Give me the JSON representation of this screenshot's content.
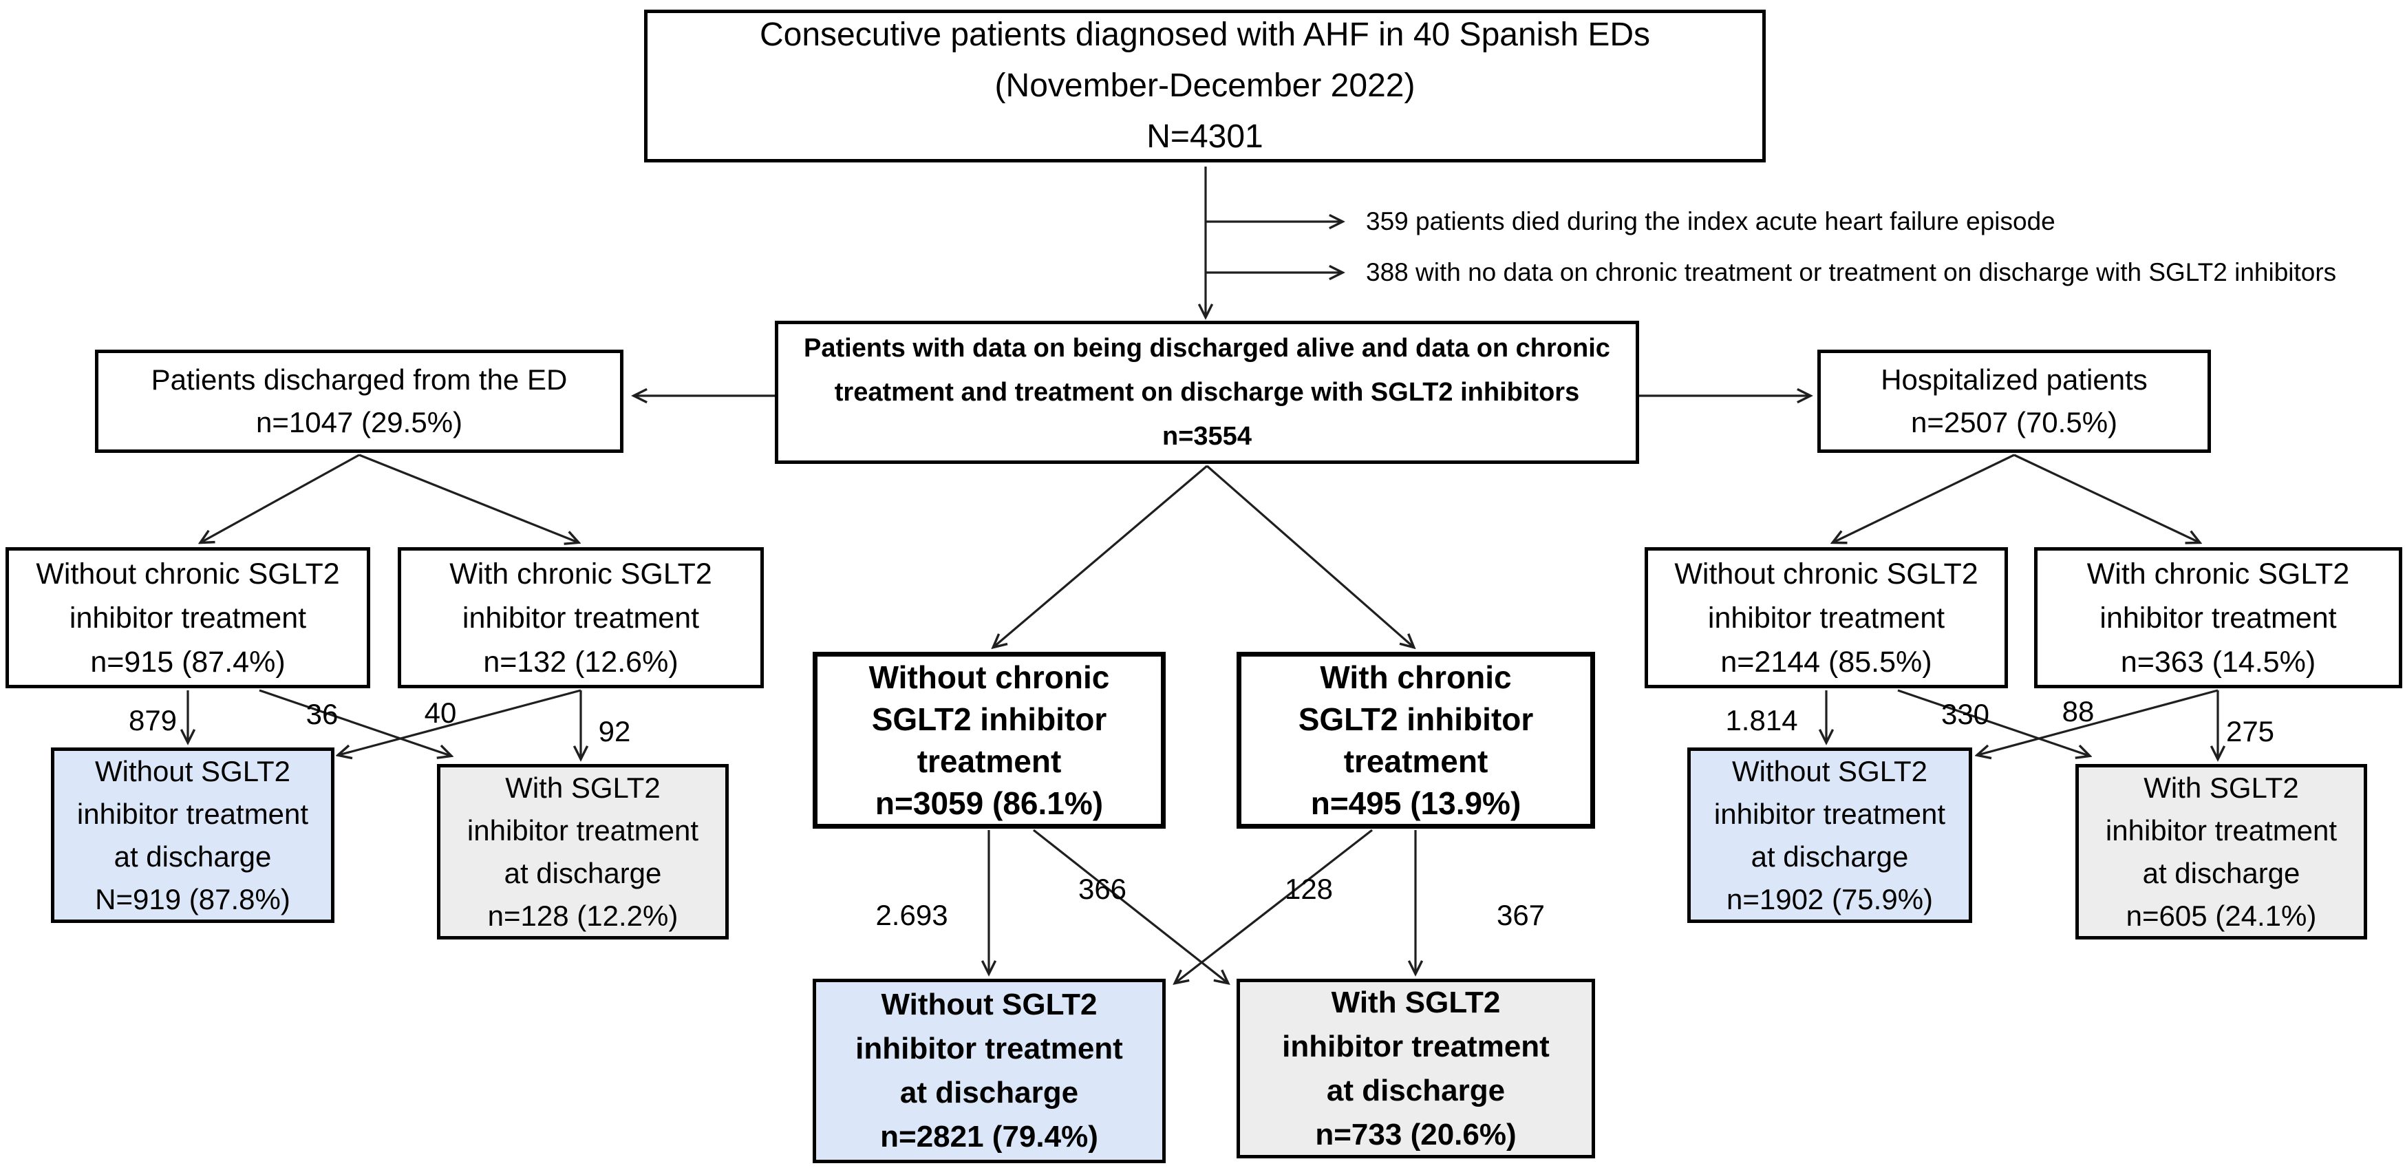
{
  "figure": {
    "description": "Patient flow diagram of AHF study on SGLT2 inhibitor treatment",
    "colors": {
      "box_border": "#000000",
      "arrow": "#1f1f1f",
      "highlight_blue": "#dbe7f8",
      "highlight_grey": "#ededed",
      "background": "#ffffff"
    }
  },
  "boxes": {
    "enrollment": {
      "lines": [
        "Consecutive patients diagnosed with AHF in 40 Spanish EDs",
        "(November-December 2022)",
        "N=4301"
      ]
    },
    "eligible": {
      "lines": [
        "Patients with data on being discharged alive and data on chronic",
        "treatment and treatment on discharge with SGLT2 inhibitors",
        "n=3554"
      ]
    },
    "ed_discharged": {
      "lines": [
        "Patients discharged from the ED",
        "n=1047 (29.5%)"
      ]
    },
    "hospitalized": {
      "lines": [
        "Hospitalized patients",
        "n=2507 (70.5%)"
      ]
    },
    "ed_without_chronic": {
      "lines": [
        "Without chronic SGLT2",
        "inhibitor treatment",
        "n=915 (87.4%)"
      ]
    },
    "ed_with_chronic": {
      "lines": [
        "With chronic SGLT2",
        "inhibitor treatment",
        "n=132 (12.6%)"
      ]
    },
    "all_without_chronic": {
      "lines": [
        "Without chronic",
        "SGLT2 inhibitor",
        "treatment",
        "n=3059 (86.1%)"
      ]
    },
    "all_with_chronic": {
      "lines": [
        "With chronic",
        "SGLT2 inhibitor",
        "treatment",
        "n=495 (13.9%)"
      ]
    },
    "hosp_without_chronic": {
      "lines": [
        "Without chronic SGLT2",
        "inhibitor treatment",
        "n=2144 (85.5%)"
      ]
    },
    "hosp_with_chronic": {
      "lines": [
        "With chronic SGLT2",
        "inhibitor treatment",
        "n=363 (14.5%)"
      ]
    },
    "ed_without_discharge": {
      "lines": [
        "Without SGLT2",
        "inhibitor treatment",
        "at discharge",
        "N=919 (87.8%)"
      ]
    },
    "ed_with_discharge": {
      "lines": [
        "With SGLT2",
        "inhibitor treatment",
        "at discharge",
        "n=128 (12.2%)"
      ]
    },
    "all_without_discharge": {
      "lines": [
        "Without SGLT2",
        "inhibitor treatment",
        "at discharge",
        "n=2821 (79.4%)"
      ]
    },
    "all_with_discharge": {
      "lines": [
        "With SGLT2",
        "inhibitor treatment",
        "at discharge",
        "n=733 (20.6%)"
      ]
    },
    "hosp_without_discharge": {
      "lines": [
        "Without SGLT2",
        "inhibitor treatment",
        "at discharge",
        "n=1902 (75.9%)"
      ]
    },
    "hosp_with_discharge": {
      "lines": [
        "With SGLT2",
        "inhibitor treatment",
        "at discharge",
        "n=605 (24.1%)"
      ]
    }
  },
  "exclusions": {
    "died": "359 patients died during the index acute heart failure episode",
    "no_data": "388 with no data on chronic treatment or treatment on discharge with SGLT2 inhibitors"
  },
  "flow_counts": {
    "ed": {
      "stay_without": "879",
      "start": "36",
      "stop": "40",
      "stay_with": "92"
    },
    "all": {
      "stay_without": "2.693",
      "start": "366",
      "stop": "128",
      "stay_with": "367"
    },
    "hosp": {
      "stay_without": "1.814",
      "start": "330",
      "stop": "88",
      "stay_with": "275"
    }
  }
}
